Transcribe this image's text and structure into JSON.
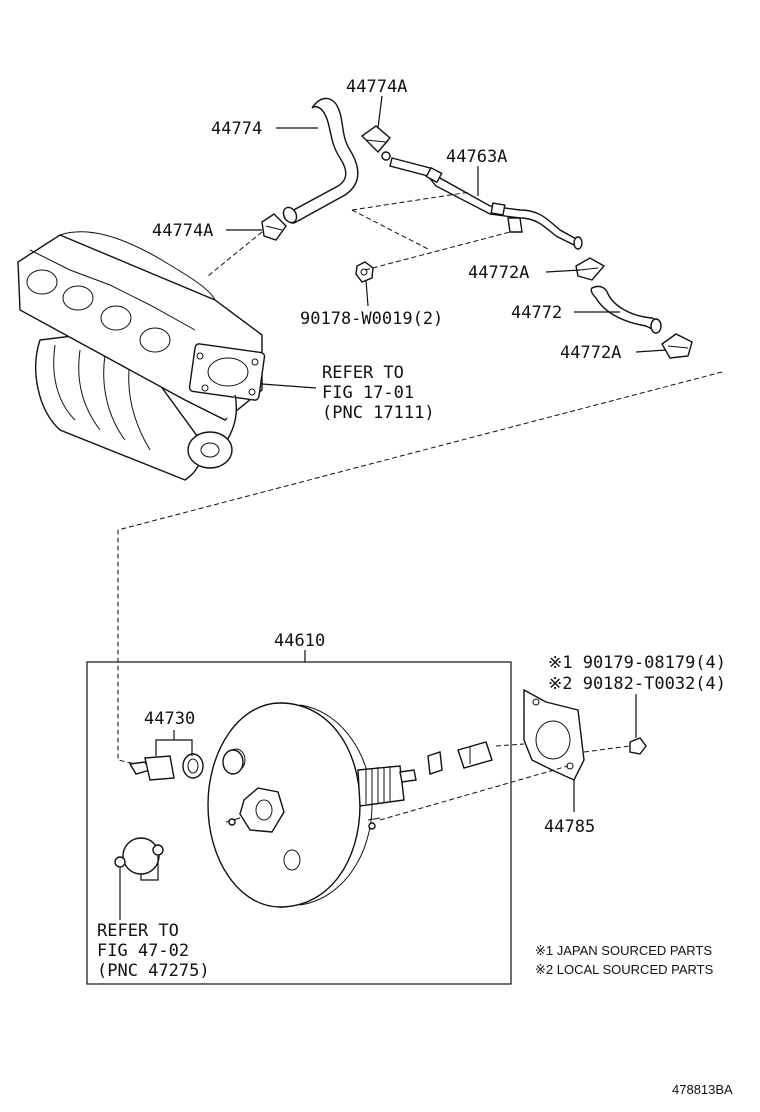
{
  "labels": {
    "p44774A_top": "44774A",
    "p44774": "44774",
    "p44763A": "44763A",
    "p44774A_left": "44774A",
    "p44772A_top": "44772A",
    "p90178": "90178-W0019(2)",
    "p44772": "44772",
    "p44772A_bottom": "44772A",
    "refer1_line1": "REFER TO",
    "refer1_line2": "FIG 17-01",
    "refer1_line3": "(PNC 17111)",
    "p44610": "44610",
    "p90179": "※1 90179-08179(4)",
    "p90182": "※2 90182-T0032(4)",
    "p44730": "44730",
    "p44785": "44785",
    "refer2_line1": "REFER TO",
    "refer2_line2": "FIG 47-02",
    "refer2_line3": "(PNC 47275)"
  },
  "notes": {
    "japan": "※1 JAPAN SOURCED PARTS",
    "local": "※2 LOCAL SOURCED PARTS"
  },
  "figure_code": "478813BA"
}
